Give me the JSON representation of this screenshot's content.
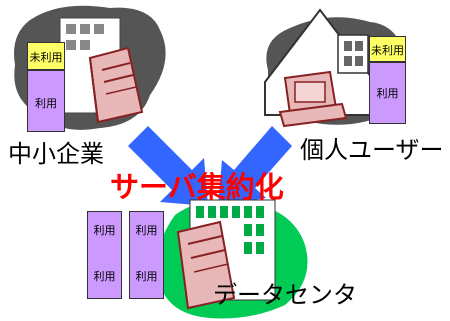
{
  "smb": {
    "label": "中小企業",
    "bar_top_label": "未利用",
    "bar_label": "利用"
  },
  "individual": {
    "label": "個人ユーザー",
    "bar_top_label": "未利用",
    "bar_label": "利用"
  },
  "headline": "サーバ集約化",
  "datacenter": {
    "label": "データセンタ",
    "bars": [
      {
        "top": "利用",
        "bottom": "利用"
      },
      {
        "top": "利用",
        "bottom": "利用"
      }
    ]
  },
  "colors": {
    "unused": "#ffff66",
    "used": "#cc99ff",
    "arrow": "#3366ff",
    "headline": "#ff0000",
    "server": "#e8b8b8",
    "blob_gray": "#555555",
    "blob_green": "#00cc55"
  }
}
